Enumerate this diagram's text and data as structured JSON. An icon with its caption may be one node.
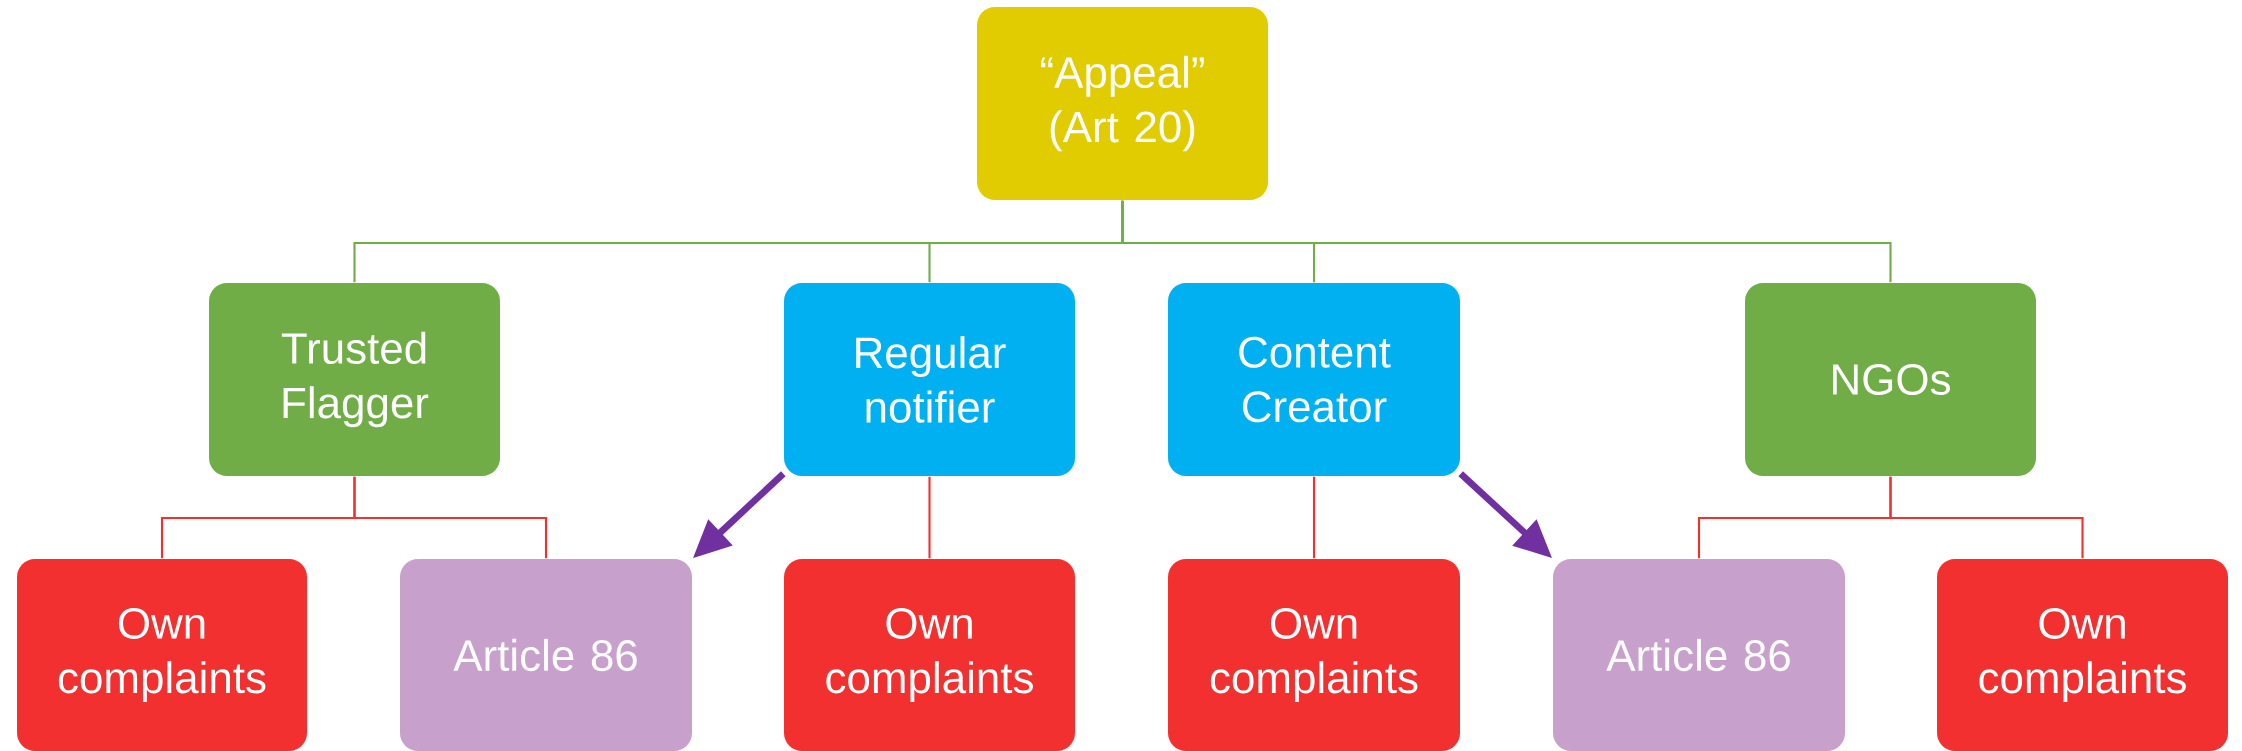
{
  "diagram": {
    "nodes": [
      {
        "text": [
          "“Appeal” (Art 20)"
        ]
      },
      {
        "text": [
          "Trusted Flagger"
        ]
      },
      {
        "text": [
          "Regular notifier"
        ]
      },
      {
        "text": [
          "Content Creator"
        ]
      },
      {
        "text": [
          "NGOs"
        ]
      },
      {
        "text": [
          "Own complaints"
        ]
      },
      {
        "text": [
          "Article 86"
        ]
      },
      {
        "text": [
          "Own complaints"
        ]
      },
      {
        "text": [
          "Own complaints"
        ]
      },
      {
        "text": [
          "Article 86"
        ]
      },
      {
        "text": [
          "Own complaints"
        ]
      }
    ],
    "edges": [
      {
        "from": 0,
        "to": 1,
        "arrow": "none",
        "color": "#70ad47"
      },
      {
        "from": 0,
        "to": 2,
        "arrow": "none",
        "color": "#70ad47"
      },
      {
        "from": 0,
        "to": 3,
        "arrow": "none",
        "color": "#70ad47"
      },
      {
        "from": 0,
        "to": 4,
        "arrow": "none",
        "color": "#70ad47"
      },
      {
        "from": 1,
        "to": 5,
        "arrow": "none"
      },
      {
        "from": 1,
        "to": 6,
        "arrow": "none"
      },
      {
        "from": 2,
        "to": 7,
        "arrow": "none"
      },
      {
        "from": 2,
        "to": 6,
        "arrow": "to",
        "style": "thick",
        "color": "#7030a0"
      },
      {
        "from": 3,
        "to": 8,
        "arrow": "none"
      },
      {
        "from": 3,
        "to": 9,
        "arrow": "to",
        "style": "thick",
        "color": "#7030a0"
      },
      {
        "from": 4,
        "to": 9,
        "arrow": "none"
      },
      {
        "from": 4,
        "to": 10,
        "arrow": "none"
      }
    ]
  }
}
